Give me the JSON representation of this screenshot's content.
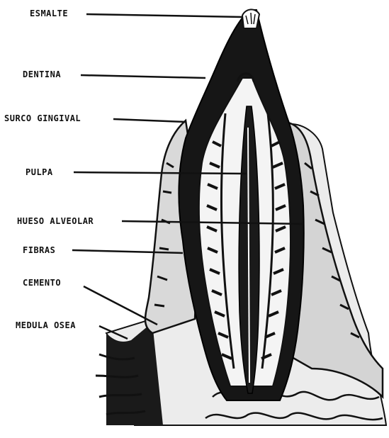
{
  "labels": {
    "esmalte": "ESMALTE",
    "dentina": "DENTINA",
    "surco_gingival": "SURCO GINGIVAL",
    "pulpa": "PULPA",
    "hueso_alveolar": "HUESO ALVEOLAR",
    "fibras": "FIBRAS",
    "cemento": "CEMENTO",
    "medula_osea": "MEDULA OSEA"
  },
  "colors": {
    "ink": "#111111",
    "paper": "#ffffff"
  }
}
